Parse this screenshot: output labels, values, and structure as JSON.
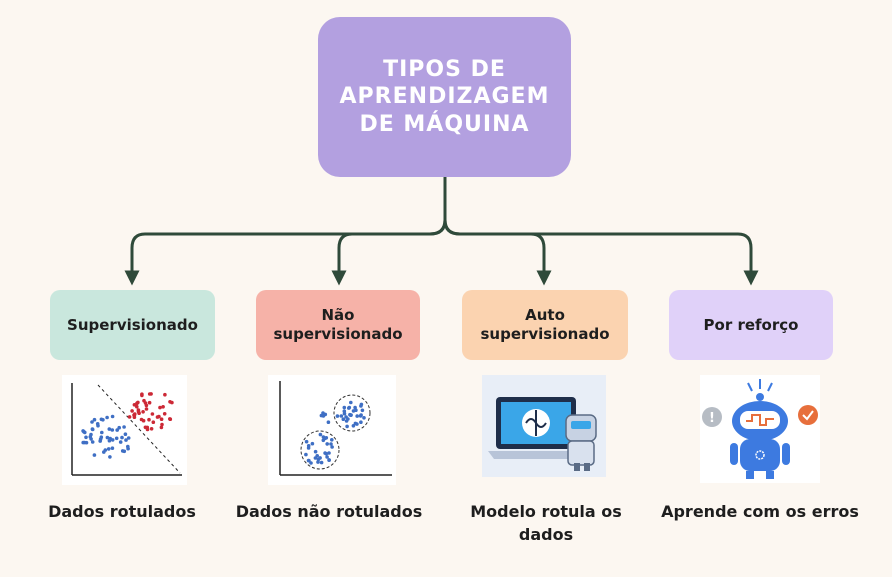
{
  "title": "TIPOS DE APRENDIZAGEM DE MÁQUINA",
  "categories": [
    {
      "label": "Supervisionado",
      "description": "Dados rotulados"
    },
    {
      "label": "Não supervisionado",
      "description": "Dados não rotulados"
    },
    {
      "label": "Auto supervisionado",
      "description": "Modelo rotula os dados"
    },
    {
      "label": "Por reforço",
      "description": "Aprende com os erros"
    }
  ],
  "colors": {
    "background": "#fcf7f1",
    "title_box": "#b3a0e0",
    "supervisionado": "#c9e7dd",
    "nao_supervisionado": "#f6b2a8",
    "auto_supervisionado": "#fbd3b0",
    "por_reforco": "#e0d1f9",
    "connector": "#2f4a3a",
    "points_red": "#cc2936",
    "points_blue": "#3f6fc4",
    "robot_blue": "#3d7ae0"
  },
  "icons": [
    "scatter-plot-icon",
    "cluster-plot-icon",
    "laptop-brain-robot-icon",
    "robot-feedback-icon"
  ]
}
